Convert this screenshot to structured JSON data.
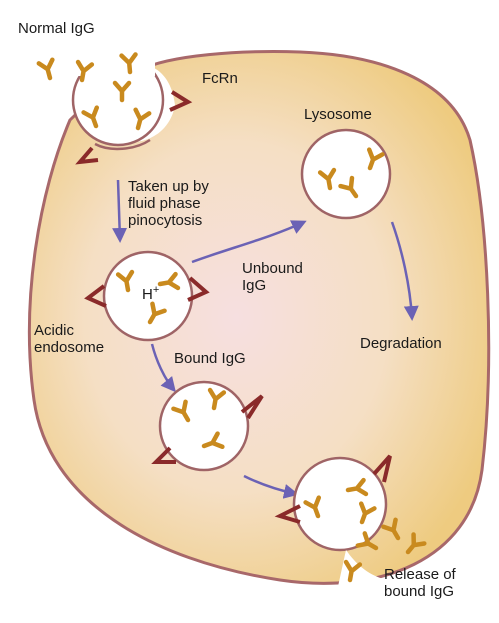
{
  "labels": {
    "normal_igg": "Normal IgG",
    "fcrn": "FcRn",
    "lysosome": "Lysosome",
    "uptake": "Taken up by\nfluid phase\npinocytosis",
    "proton": "H",
    "proton_charge": "+",
    "unbound_igg": "Unbound\nIgG",
    "acidic_endosome": "Acidic\nendosome",
    "degradation": "Degradation",
    "bound_igg": "Bound IgG",
    "release": "Release of\nbound IgG"
  },
  "colors": {
    "cell_fill": "#f3d9a6",
    "cell_outline": "#a8686a",
    "vesicle_outline": "#9f6466",
    "antibody": "#c98a1e",
    "receptor": "#8a2a2a",
    "arrow": "#6b62b5",
    "vesicle_fill": "#ffffff"
  }
}
